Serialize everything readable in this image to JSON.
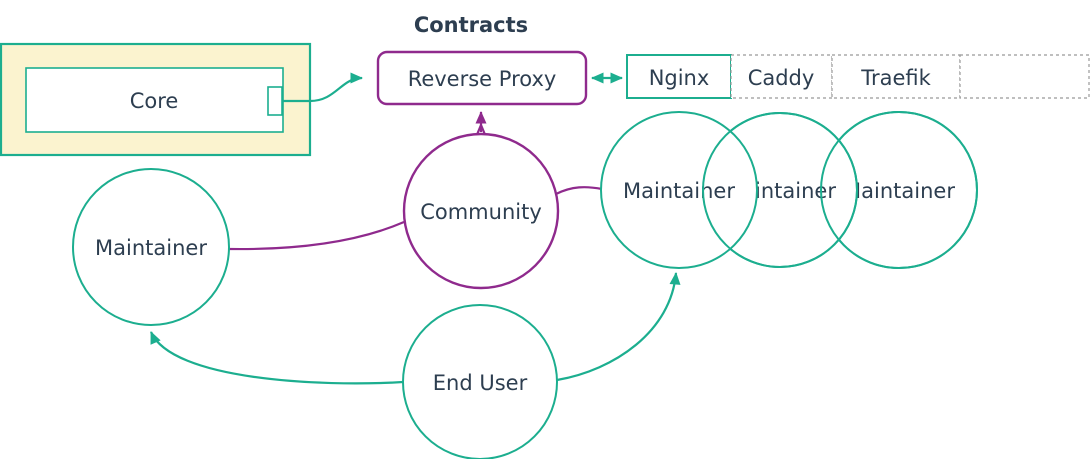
{
  "diagram": {
    "title": "Contracts",
    "type": "architecture-graph"
  },
  "colors": {
    "teal_accent": "#1cae8f",
    "purple_accent": "#8f2a8d",
    "text": "#2d3e50",
    "core_container_fill": "#fbf3cf",
    "dashed_cell_border": "#999999"
  },
  "nodes": {
    "core": {
      "label": "Core"
    },
    "reverse_proxy": {
      "label": "Reverse Proxy"
    },
    "proxy_row": {
      "cells": [
        "Nginx",
        "Caddy",
        "Traefik",
        ""
      ]
    },
    "community": {
      "label": "Community"
    },
    "maintainer_left": {
      "label": "Maintainer"
    },
    "maintainers_right": [
      {
        "label": "Maintainer"
      },
      {
        "label": "Maintainer"
      },
      {
        "label": "Maintainer"
      }
    ],
    "end_user": {
      "label": "End User"
    }
  },
  "edges": [
    {
      "from": "core",
      "to": "reverse_proxy",
      "style": "arrow",
      "color": "teal"
    },
    {
      "from": "reverse_proxy",
      "to": "proxy_row",
      "style": "double-arrow",
      "color": "teal"
    },
    {
      "from": "community",
      "to": "reverse_proxy",
      "style": "arrow",
      "color": "purple"
    },
    {
      "from": "maintainer_left",
      "to": "community",
      "style": "line",
      "color": "purple"
    },
    {
      "from": "community",
      "to": "maintainer_right_1",
      "style": "line",
      "color": "purple"
    },
    {
      "from": "end_user",
      "to": "maintainer_left",
      "style": "arrow",
      "color": "teal"
    },
    {
      "from": "end_user",
      "to": "maintainer_right_1",
      "style": "arrow",
      "color": "teal"
    }
  ]
}
